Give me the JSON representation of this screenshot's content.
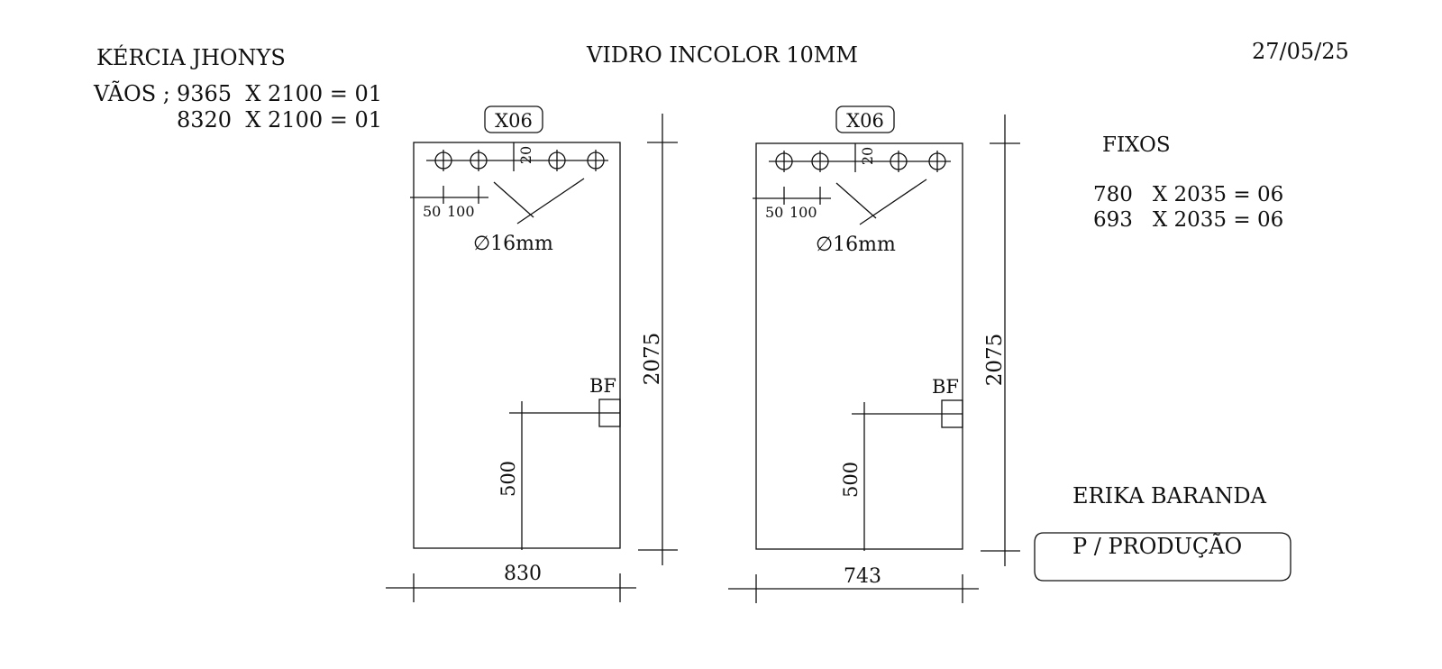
{
  "header": {
    "client": "KÉRCIA JHONYS",
    "title": "VIDRO INCOLOR 10MM",
    "date": "27/05/25"
  },
  "openings": {
    "label": "VÃOS ;",
    "lines": [
      "9365  X 2100 = 01",
      "8320  X 2100 = 01"
    ]
  },
  "fixed": {
    "label": "FIXOS",
    "lines": [
      "780   X 2035 = 06",
      "693   X 2035 = 06"
    ]
  },
  "footer": {
    "name": "ERIKA BARANDA",
    "stamp": "P / PRODUÇÃO"
  },
  "panels": [
    {
      "tag": "X06",
      "width": "830",
      "height": "2075",
      "hole_dim": "20",
      "spacing_a": "50",
      "spacing_b": "100",
      "hole_label": "∅16mm",
      "handle_label": "BF",
      "handle_height": "500"
    },
    {
      "tag": "X06",
      "width": "743",
      "height": "2075",
      "hole_dim": "20",
      "spacing_a": "50",
      "spacing_b": "100",
      "hole_label": "∅16mm",
      "handle_label": "BF",
      "handle_height": "500"
    }
  ]
}
